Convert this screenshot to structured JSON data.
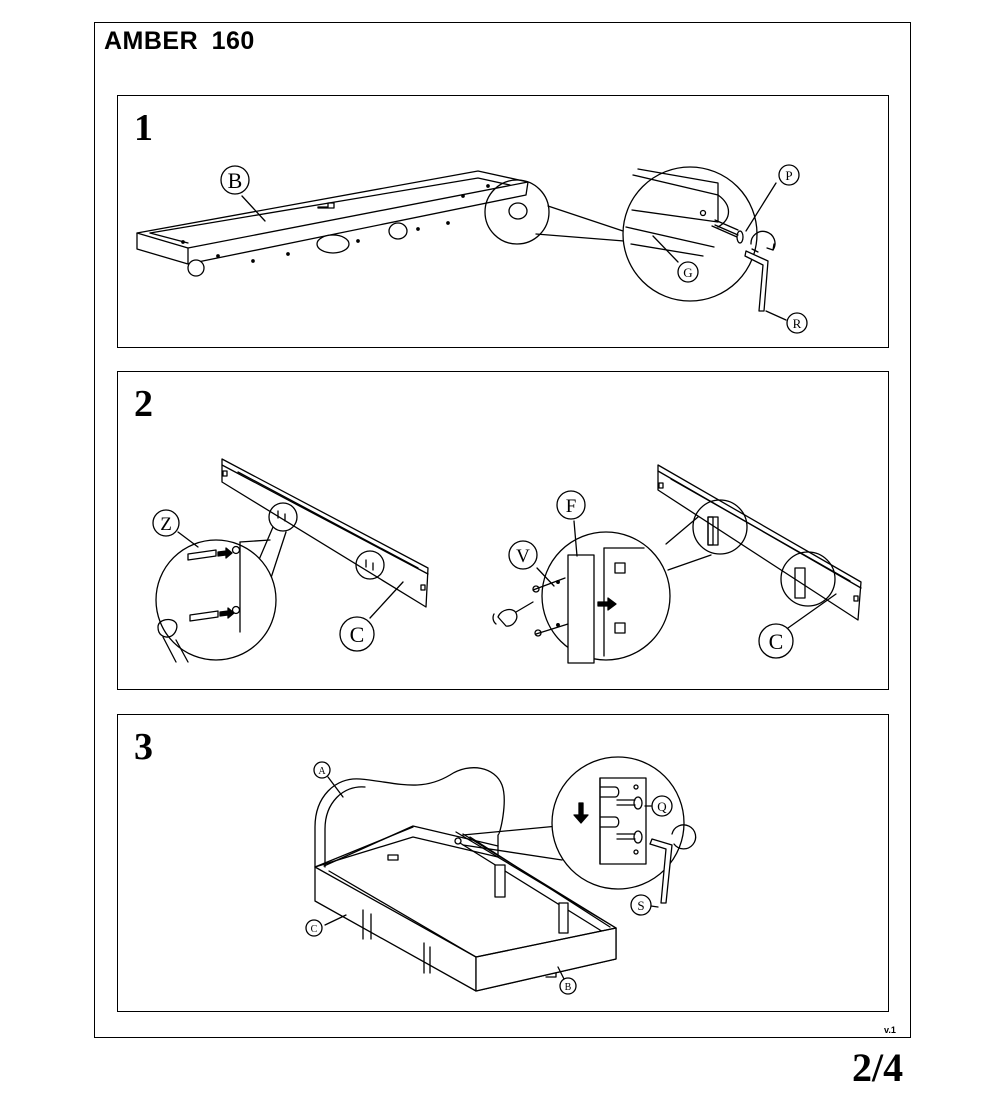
{
  "document": {
    "title": "AMBER  160",
    "version": "v.1",
    "page": "2/4"
  },
  "steps": [
    {
      "number": "1",
      "labels": {
        "B": "B",
        "P": "P",
        "G": "G",
        "R": "R"
      }
    },
    {
      "number": "2",
      "labels": {
        "Z": "Z",
        "C_left": "C",
        "F": "F",
        "V": "V",
        "C_right": "C"
      }
    },
    {
      "number": "3",
      "labels": {
        "A": "A",
        "Q": "Q",
        "C": "C",
        "S": "S",
        "B": "B"
      }
    }
  ]
}
